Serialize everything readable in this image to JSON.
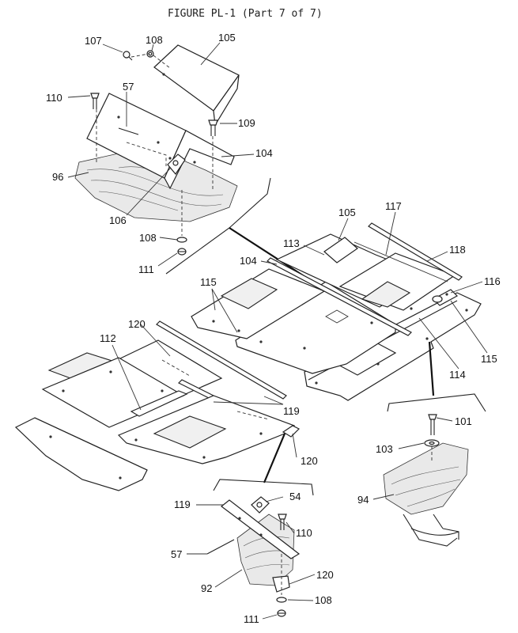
{
  "figure": {
    "title": "FIGURE PL-1 (Part 7 of 7)"
  },
  "callouts": [
    {
      "id": "107",
      "text": "107"
    },
    {
      "id": "108a",
      "text": "108"
    },
    {
      "id": "105a",
      "text": "105"
    },
    {
      "id": "110a",
      "text": "110"
    },
    {
      "id": "57a",
      "text": "57"
    },
    {
      "id": "109",
      "text": "109"
    },
    {
      "id": "104a",
      "text": "104"
    },
    {
      "id": "96",
      "text": "96"
    },
    {
      "id": "106",
      "text": "106"
    },
    {
      "id": "108b",
      "text": "108"
    },
    {
      "id": "111a",
      "text": "111"
    },
    {
      "id": "105b",
      "text": "105"
    },
    {
      "id": "117",
      "text": "117"
    },
    {
      "id": "113",
      "text": "113"
    },
    {
      "id": "118",
      "text": "118"
    },
    {
      "id": "104b",
      "text": "104"
    },
    {
      "id": "115a",
      "text": "115"
    },
    {
      "id": "116",
      "text": "116"
    },
    {
      "id": "115b",
      "text": "115"
    },
    {
      "id": "114",
      "text": "114"
    },
    {
      "id": "120a",
      "text": "120"
    },
    {
      "id": "112",
      "text": "112"
    },
    {
      "id": "119a",
      "text": "119"
    },
    {
      "id": "120b",
      "text": "120"
    },
    {
      "id": "101",
      "text": "101"
    },
    {
      "id": "103",
      "text": "103"
    },
    {
      "id": "94",
      "text": "94"
    },
    {
      "id": "54",
      "text": "54"
    },
    {
      "id": "119b",
      "text": "119"
    },
    {
      "id": "110b",
      "text": "110"
    },
    {
      "id": "57b",
      "text": "57"
    },
    {
      "id": "120c",
      "text": "120"
    },
    {
      "id": "92",
      "text": "92"
    },
    {
      "id": "108c",
      "text": "108"
    },
    {
      "id": "111b",
      "text": "111"
    }
  ]
}
